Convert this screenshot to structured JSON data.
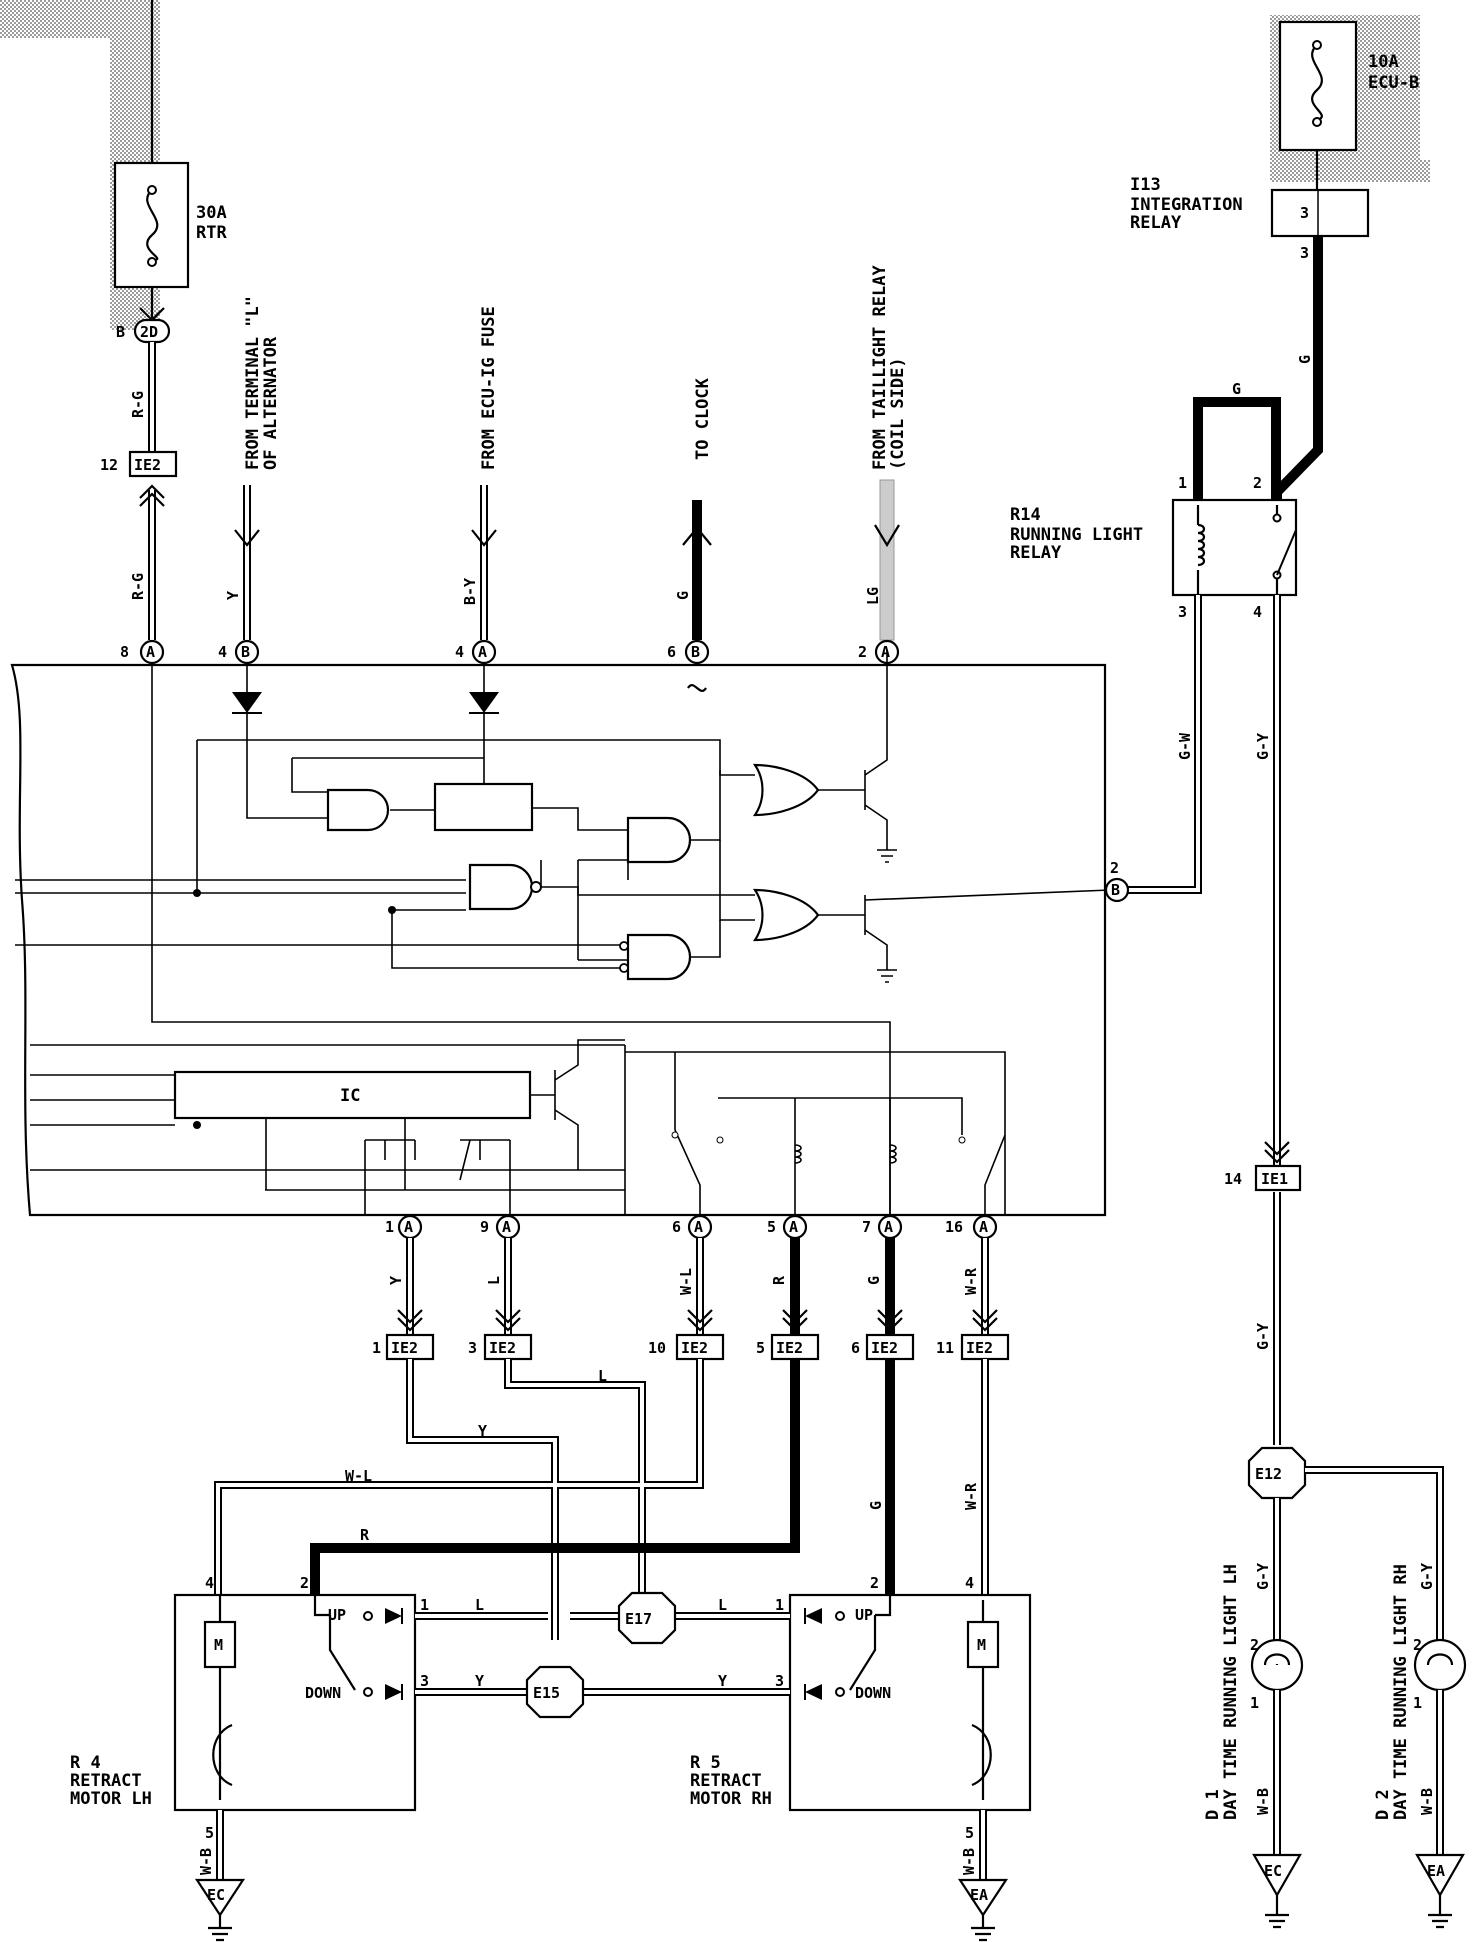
{
  "fuses": {
    "rtr": {
      "rating": "30A",
      "name": "RTR"
    },
    "ecu_b": {
      "rating": "10A",
      "name": "ECU-B"
    }
  },
  "relays": {
    "i13": {
      "id": "I13",
      "line1": "INTEGRATION",
      "line2": "RELAY",
      "pin": "3"
    },
    "r14": {
      "id": "R14",
      "line1": "RUNNING LIGHT",
      "line2": "RELAY",
      "pin1": "1",
      "pin2": "2",
      "pin3": "3",
      "pin4": "4"
    }
  },
  "signals": {
    "alt_1": "FROM TERMINAL \"L\"",
    "alt_2": "OF ALTERNATOR",
    "ecu_ig": "FROM ECU-IG FUSE",
    "clock": "TO CLOCK",
    "tail_1": "FROM TAILLIGHT RELAY",
    "tail_2": "(COIL SIDE)"
  },
  "wires": {
    "rg": "R-G",
    "y": "Y",
    "by": "B-Y",
    "g": "G",
    "lg": "LG",
    "gw": "G-W",
    "gy": "G-Y",
    "l": "L",
    "wl": "W-L",
    "r": "R",
    "wr": "W-R",
    "wb": "W-B"
  },
  "connectors": {
    "c2d": {
      "label": "2D",
      "side": "B"
    },
    "ie2": "IE2",
    "ie1": {
      "label": "IE1",
      "pin": "14"
    }
  },
  "conn_letters": {
    "a": "A",
    "b": "B"
  },
  "pins": {
    "p1": "1",
    "p2": "2",
    "p3": "3",
    "p4": "4",
    "p5": "5",
    "p6": "6",
    "p7": "7",
    "p8": "8",
    "p9": "9",
    "p10": "10",
    "p11": "11",
    "p12": "12",
    "p16": "16"
  },
  "main_unit": {
    "ic": "IC"
  },
  "splices": {
    "e12": "E12",
    "e15": "E15",
    "e17": "E17"
  },
  "motors": {
    "symbol": "M",
    "up": "UP",
    "down": "DOWN",
    "r4": {
      "id": "R 4",
      "line1": "RETRACT",
      "line2": "MOTOR LH",
      "pin2": "2",
      "pin4": "4",
      "pin5": "5"
    },
    "r5": {
      "id": "R 5",
      "line1": "RETRACT",
      "line2": "MOTOR RH",
      "pin2": "2",
      "pin4": "4",
      "pin5": "5"
    }
  },
  "lamps": {
    "d1": {
      "id": "D 1",
      "name": "DAY TIME RUNNING LIGHT LH",
      "pin_in": "2",
      "pin_out": "1"
    },
    "d2": {
      "id": "D 2",
      "name": "DAY TIME RUNNING LIGHT RH",
      "pin_in": "2",
      "pin_out": "1"
    }
  },
  "grounds": {
    "ec": "EC",
    "ea": "EA"
  }
}
